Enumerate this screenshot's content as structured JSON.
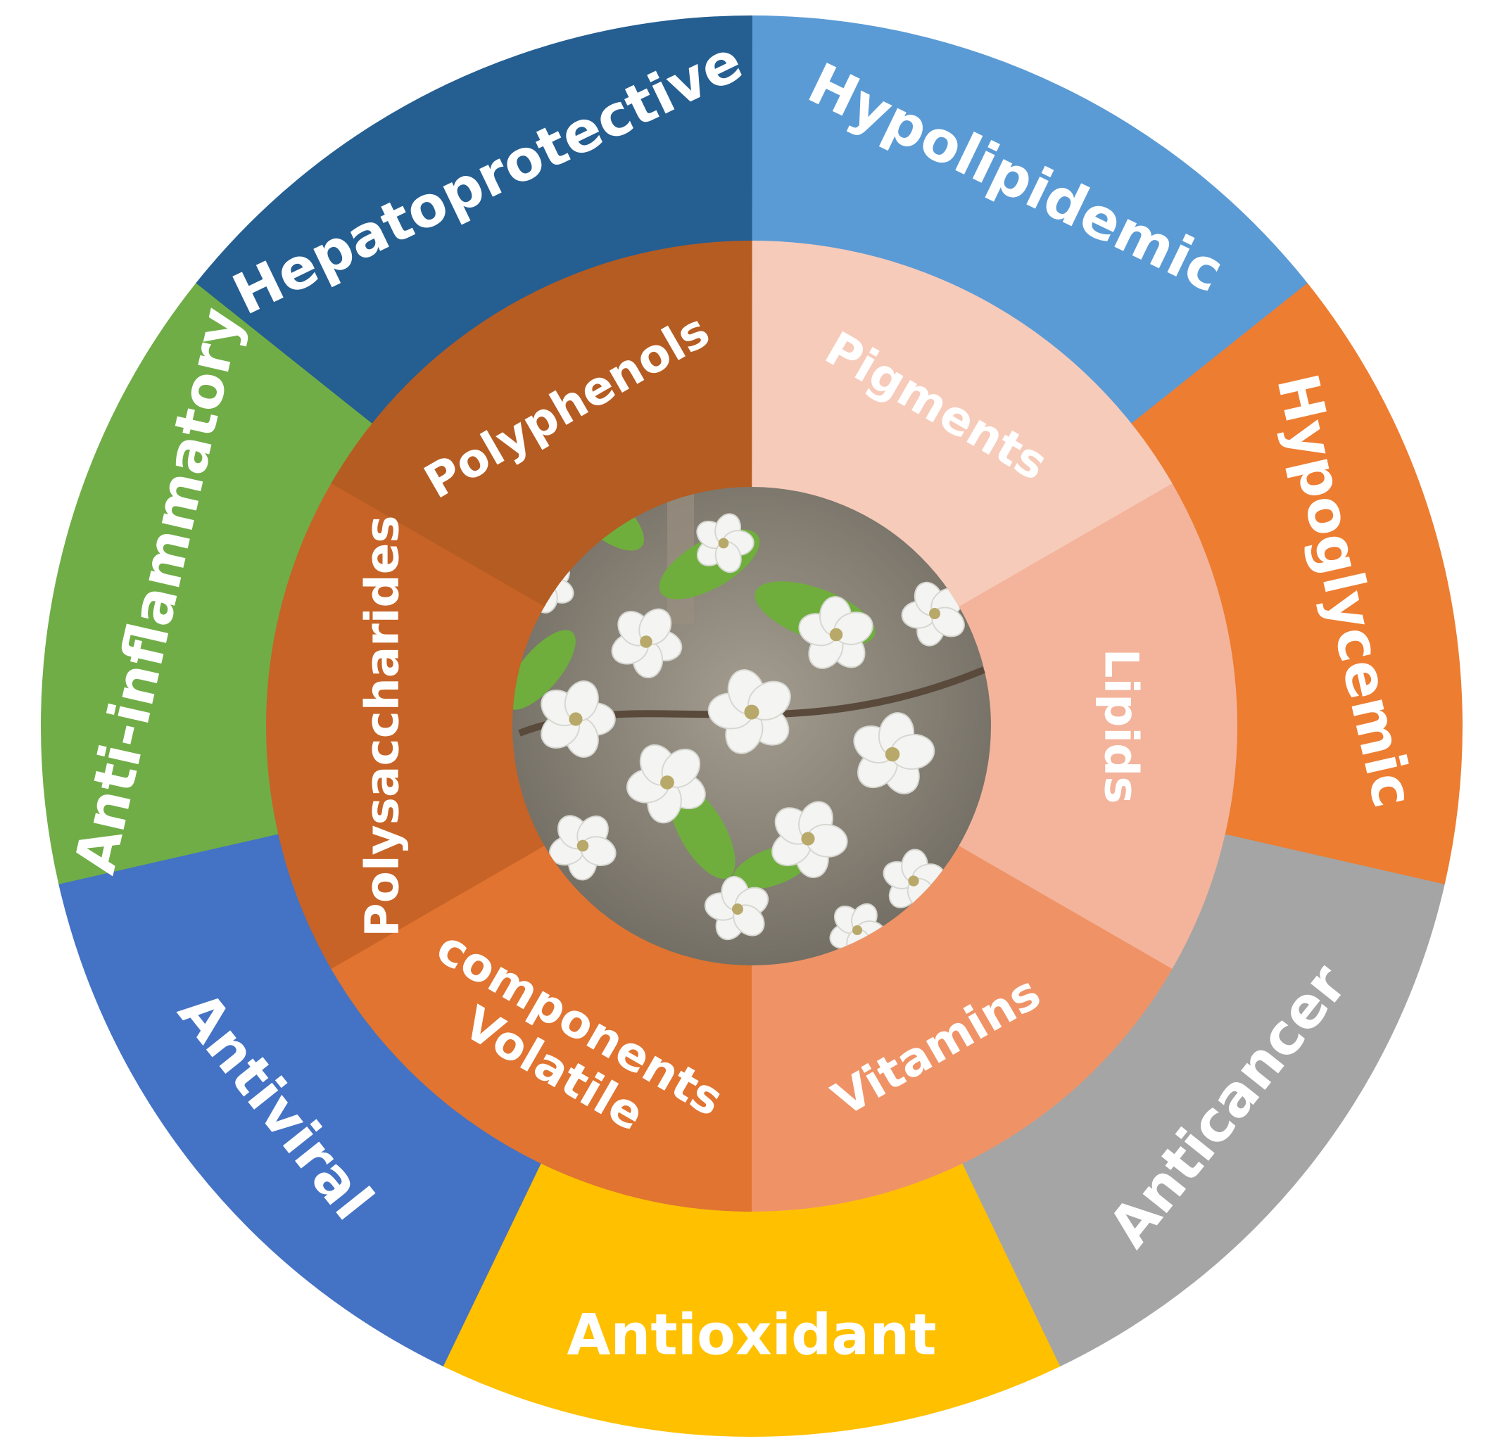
{
  "outer_ring": [
    {
      "label": "Hypolipidemic",
      "color": "#5B9BD5"
    },
    {
      "label": "Hypoglycemic",
      "color": "#ED7D31"
    },
    {
      "label": "Anticancer",
      "color": "#A5A5A5"
    },
    {
      "label": "Antioxidant",
      "color": "#FFC000"
    },
    {
      "label": "Antiviral",
      "color": "#4472C4"
    },
    {
      "label": "Anti-inflammatory",
      "color": "#70AD47"
    },
    {
      "label": "Hepatoprotective",
      "color": "#255E91"
    }
  ],
  "inner_ring": [
    {
      "label": "Pigments",
      "color": "#F7CBBA"
    },
    {
      "label": "Lipids",
      "color": "#F3B49B"
    },
    {
      "label": "Vitamins",
      "color": "#EF9367"
    },
    {
      "label": "Volatile components",
      "lines": [
        "Volatile",
        "components"
      ],
      "color": "#E07430"
    },
    {
      "label": "Polysaccharides",
      "color": "#C76326"
    },
    {
      "label": "Polyphenols",
      "color": "#B55C22"
    }
  ],
  "center_image": {
    "description_icon": "apple-blossom-photo",
    "leaf_color": "#6FAE3C",
    "petal_color": "#F4F4F2",
    "background_color": "#8C8678"
  }
}
